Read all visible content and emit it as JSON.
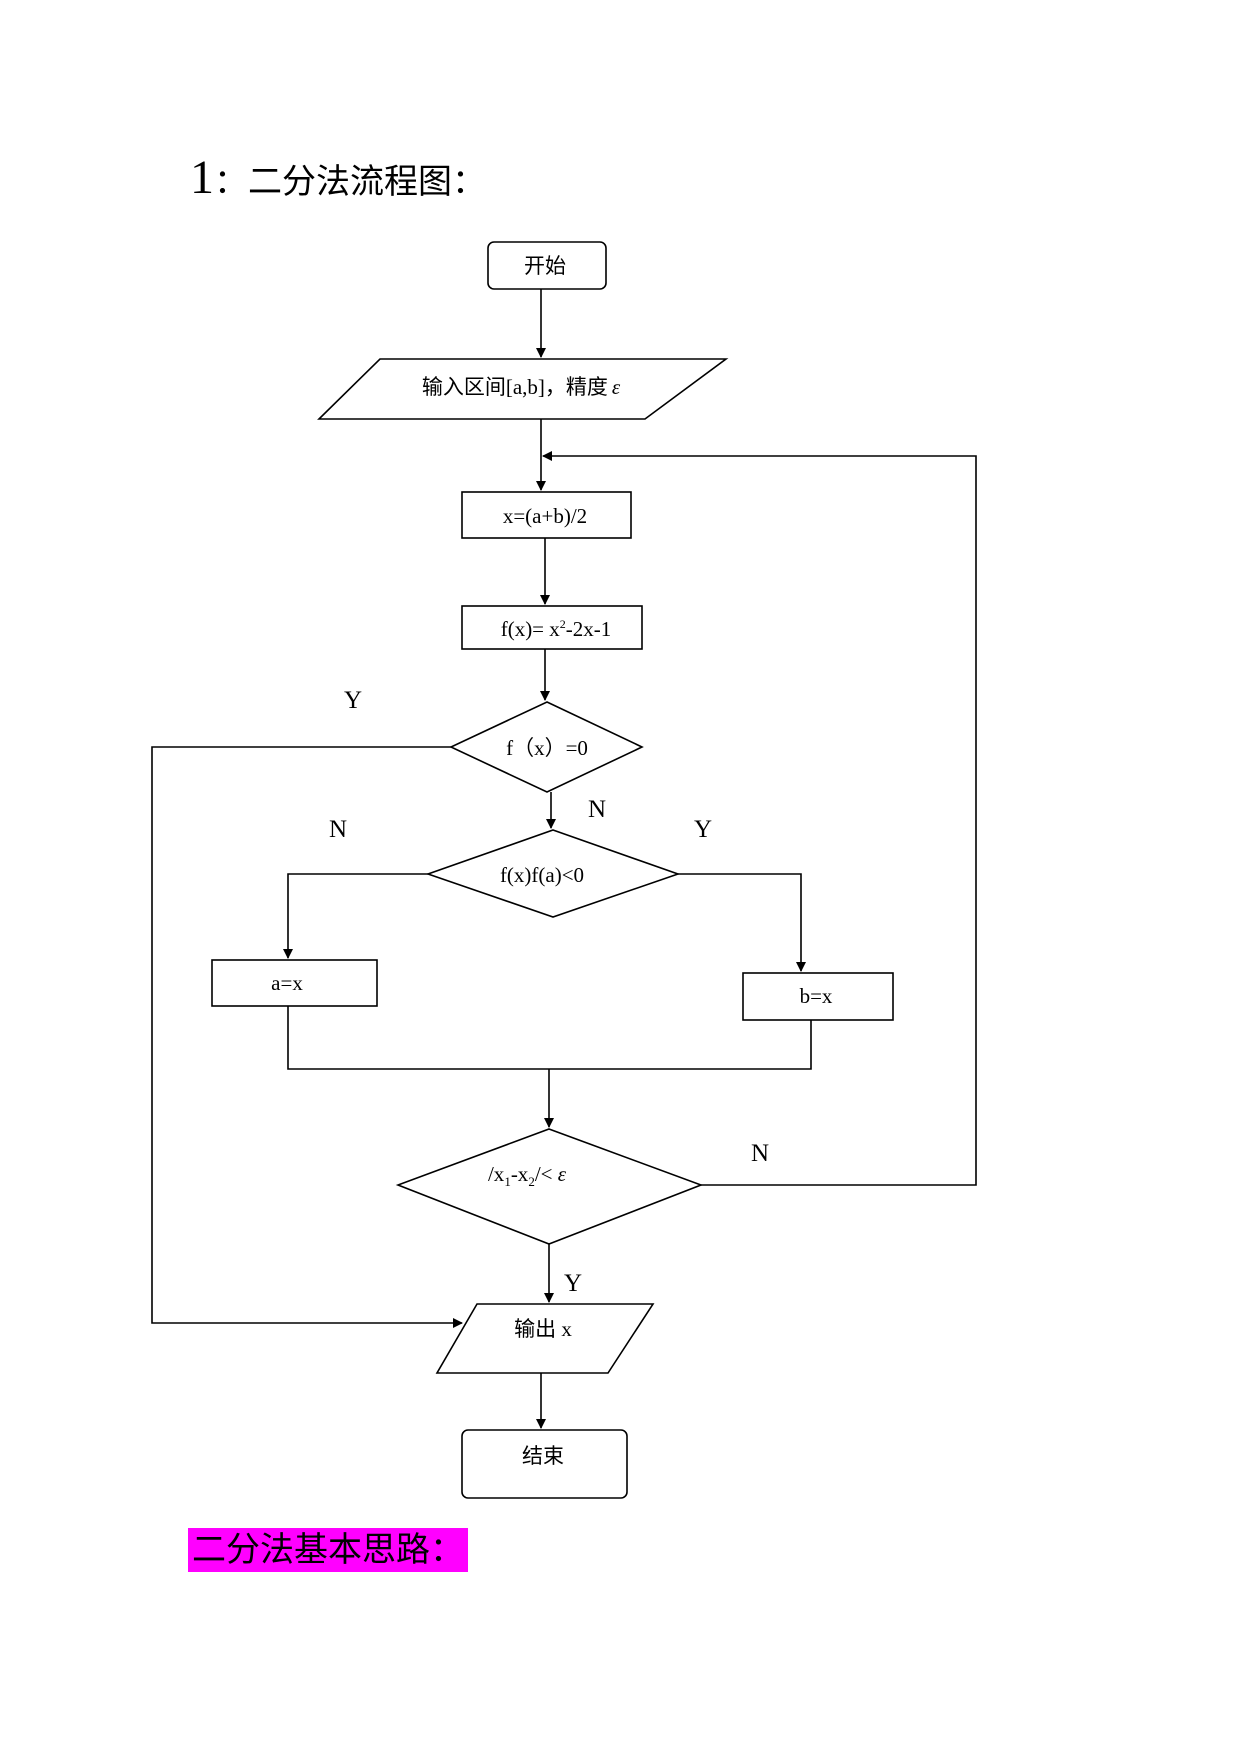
{
  "heading": {
    "number": "1",
    "text": "：二分法流程图："
  },
  "flowchart": {
    "start": "开始",
    "input": "输入区间[a,b]，精度",
    "input_symbol": "ε",
    "compute_mid": "x=(a+b)/2",
    "compute_f": {
      "prefix": "f(x)= x",
      "sup": "2",
      "suffix": "-2x-1"
    },
    "decision_zero": "f（x）=0",
    "decision_sign": "f(x)f(a)<0",
    "assign_a": "a=x",
    "assign_b": "b=x",
    "decision_precision": {
      "p1": "/x",
      "s1": "1",
      "p2": "-x",
      "s2": "2",
      "p3": "/< ",
      "eps": "ε"
    },
    "output": "输出 x",
    "end": "结束",
    "edge_labels": {
      "zero_yes": "Y",
      "zero_no": "N",
      "sign_no": "N",
      "sign_yes": "Y",
      "precision_no": "N",
      "precision_yes": "Y"
    }
  },
  "section_label": "二分法基本思路："
}
